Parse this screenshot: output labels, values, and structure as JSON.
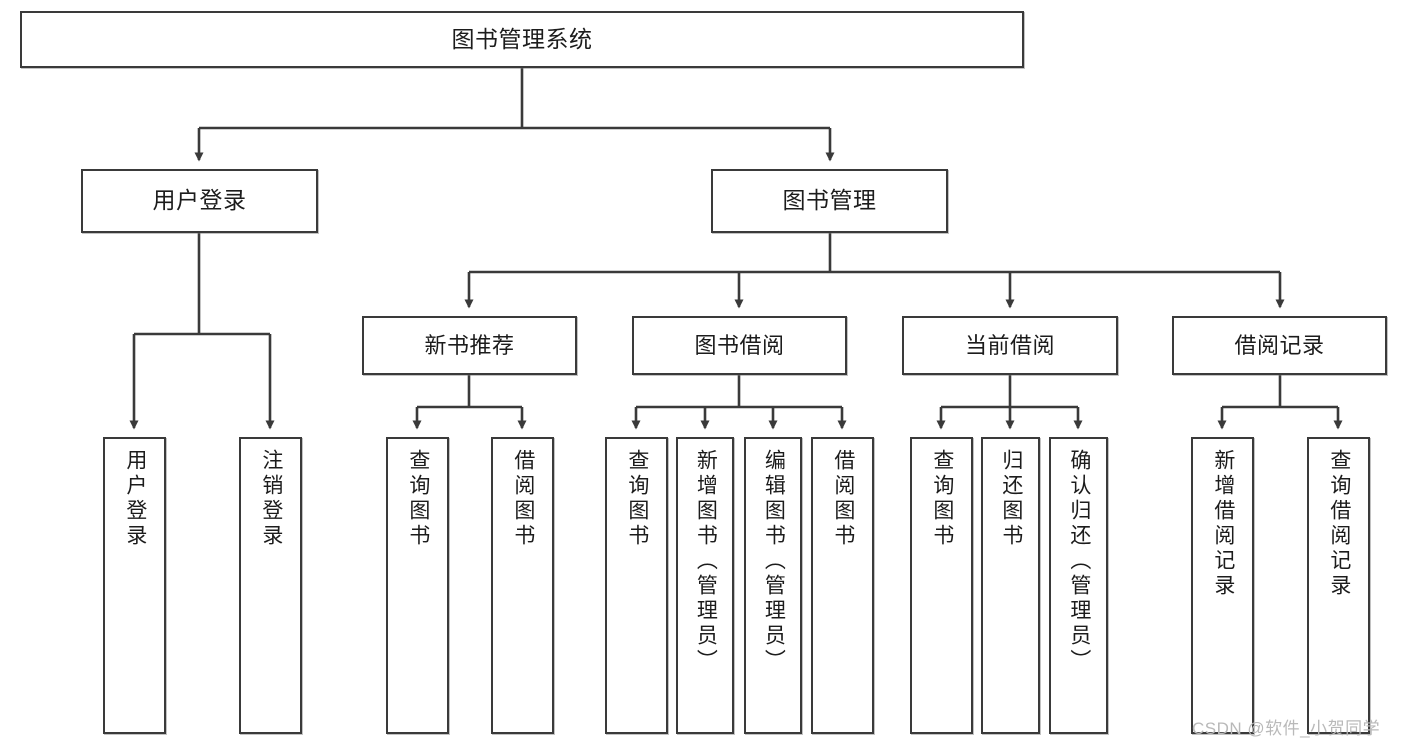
{
  "diagram": {
    "title": "图书管理系统",
    "type": "hierarchy-tree",
    "root": {
      "label": "图书管理系统"
    },
    "level2": [
      {
        "label": "用户登录"
      },
      {
        "label": "图书管理"
      }
    ],
    "level3": [
      {
        "label": "新书推荐"
      },
      {
        "label": "图书借阅"
      },
      {
        "label": "当前借阅"
      },
      {
        "label": "借阅记录"
      }
    ],
    "leaves": {
      "user_login": [
        {
          "label": "用户登录"
        },
        {
          "label": "注销登录"
        }
      ],
      "new_book_recommend": [
        {
          "label": "查询图书"
        },
        {
          "label": "借阅图书"
        }
      ],
      "book_borrow": [
        {
          "label": "查询图书"
        },
        {
          "label": "新增图书（管理员）"
        },
        {
          "label": "编辑图书（管理员）"
        },
        {
          "label": "借阅图书"
        }
      ],
      "current_borrow": [
        {
          "label": "查询图书"
        },
        {
          "label": "归还图书"
        },
        {
          "label": "确认归还（管理员）"
        }
      ],
      "borrow_record": [
        {
          "label": "新增借阅记录"
        },
        {
          "label": "查询借阅记录"
        }
      ]
    }
  },
  "watermark": {
    "text": "CSDN @软件_小贺同学"
  },
  "colors": {
    "border": "#3a3a3a",
    "text": "#1c1c1c",
    "background": "#ffffff",
    "edge": "#3a3a3a",
    "watermark": "#b9b9b9"
  }
}
